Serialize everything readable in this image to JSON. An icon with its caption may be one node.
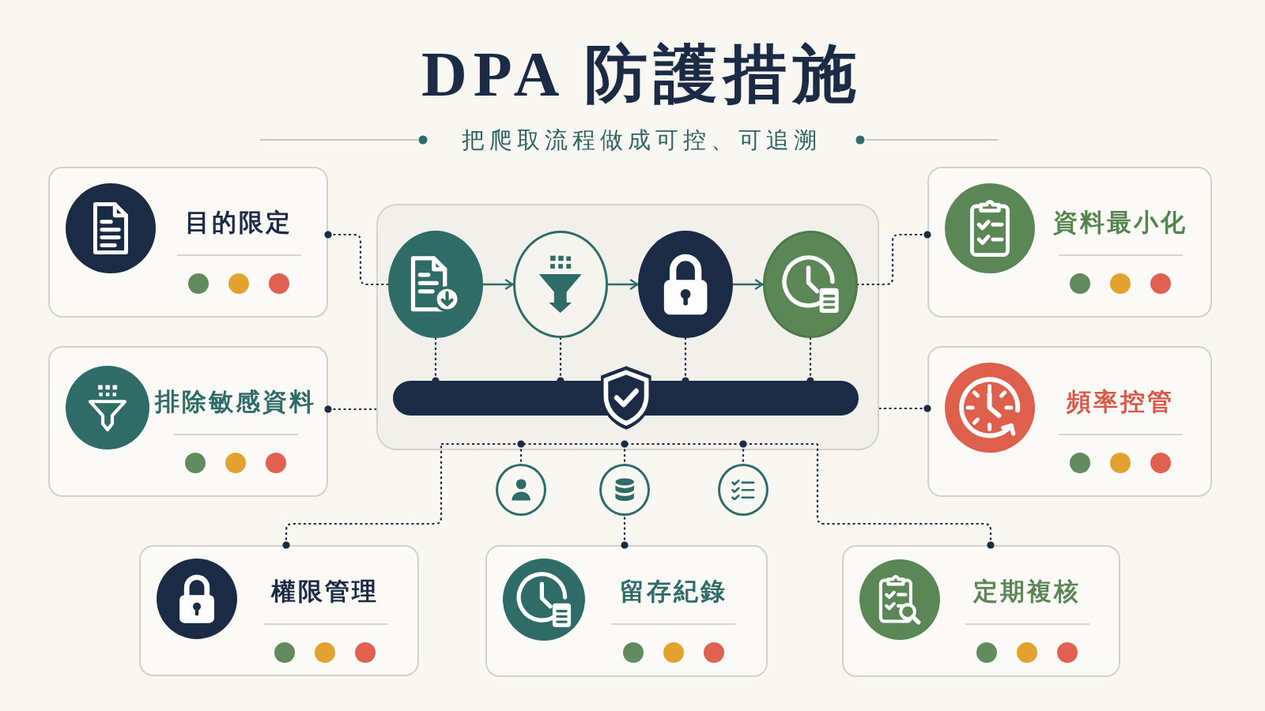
{
  "diagram": {
    "title": "DPA 防護措施",
    "labels": [
      "把爬取流程做成可控、可追溯"
    ],
    "nodes": [
      {
        "text": [
          "目的限定"
        ]
      },
      {
        "text": [
          "排除敏感資料"
        ]
      },
      {
        "text": [],
        "shape": "box"
      },
      {
        "text": [],
        "shape": "circle",
        "in": 2
      },
      {
        "text": [],
        "shape": "circle",
        "in": 2
      },
      {
        "text": [],
        "shape": "circle",
        "in": 2
      },
      {
        "text": [],
        "shape": "circle",
        "in": 2
      },
      {
        "text": [],
        "shape": "bar",
        "in": 2
      },
      {
        "text": [
          "資料最小化"
        ]
      },
      {
        "text": [
          "頻率控管"
        ]
      },
      {
        "text": [],
        "shape": "circle"
      },
      {
        "text": [],
        "shape": "circle"
      },
      {
        "text": [],
        "shape": "circle"
      },
      {
        "text": [
          "權限管理"
        ]
      },
      {
        "text": [
          "留存紀錄"
        ]
      },
      {
        "text": [
          "定期複核"
        ]
      }
    ],
    "edges": [
      {
        "from": 0,
        "to": 3,
        "arrow": "other",
        "style": "dashed"
      },
      {
        "from": 3,
        "to": 4,
        "arrow": "to",
        "color": "#2f6b67"
      },
      {
        "from": 4,
        "to": 5,
        "arrow": "to",
        "color": "#2f6b67"
      },
      {
        "from": 5,
        "to": 6,
        "arrow": "to",
        "color": "#2f6b67"
      },
      {
        "from": 8,
        "to": 6,
        "arrow": "other",
        "style": "dashed"
      },
      {
        "from": 1,
        "to": 2,
        "arrow": "other",
        "style": "dashed"
      },
      {
        "from": 9,
        "to": 2,
        "arrow": "other",
        "style": "dashed"
      },
      {
        "from": 7,
        "to": 3,
        "arrow": "other",
        "style": "dashed"
      },
      {
        "from": 7,
        "to": 4,
        "arrow": "other",
        "style": "dashed"
      },
      {
        "from": 7,
        "to": 5,
        "arrow": "other",
        "style": "dashed"
      },
      {
        "from": 7,
        "to": 6,
        "arrow": "other",
        "style": "dashed"
      },
      {
        "from": 13,
        "to": 2,
        "arrow": "other",
        "style": "dashed"
      },
      {
        "from": 2,
        "to": 10,
        "arrow": "other",
        "style": "dashed"
      },
      {
        "from": 2,
        "to": 11,
        "arrow": "other",
        "style": "dashed"
      },
      {
        "from": 2,
        "to": 12,
        "arrow": "other",
        "style": "dashed"
      },
      {
        "from": 15,
        "to": 2,
        "arrow": "other",
        "style": "dashed"
      },
      {
        "from": 14,
        "to": 11,
        "arrow": "other",
        "style": "dashed"
      }
    ]
  }
}
